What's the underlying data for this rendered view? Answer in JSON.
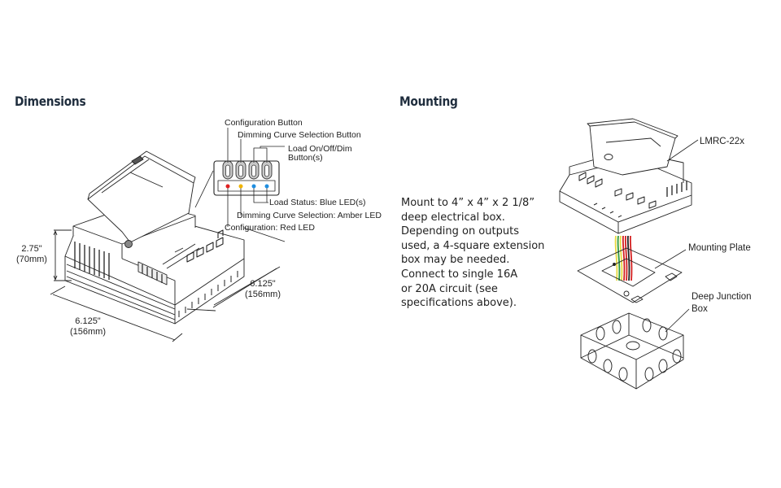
{
  "dimensions": {
    "title": "Dimensions",
    "callouts": {
      "configuration_button": "Configuration Button",
      "dimming_curve_button": "Dimming Curve Selection Button",
      "load_button_line1": "Load On/Off/Dim",
      "load_button_line2": "Button(s)",
      "load_status_led": "Load Status: Blue LED(s)",
      "dimming_curve_led": "Dimming Curve Selection: Amber LED",
      "configuration_led": "Configuration: Red LED"
    },
    "led_colors": {
      "configuration": "#e02020",
      "dimming_curve": "#f0b400",
      "load_status_1": "#1f8ee0",
      "load_status_2": "#1f8ee0"
    },
    "height": {
      "imperial": "2.75\"",
      "metric": "(70mm)"
    },
    "width": {
      "imperial": "6.125\"",
      "metric": "(156mm)"
    },
    "depth": {
      "imperial": "6.125\"",
      "metric": "(156mm)"
    }
  },
  "mounting": {
    "title": "Mounting",
    "description_lines": [
      "Mount to 4” x 4” x 2 1/8”",
      "deep electrical box.",
      "Depending on outputs",
      "used, a 4-square extension",
      "box may be needed.",
      "Connect to single 16A",
      "or 20A circuit (see",
      "specifications above)."
    ],
    "callouts": {
      "controller": "LMRC-22x",
      "mounting_plate": "Mounting Plate",
      "junction_box_line1": "Deep Junction",
      "junction_box_line2": "Box"
    },
    "wire_colors": [
      "#e8d840",
      "#2f9a3a",
      "#e8d840",
      "#d42020",
      "#d42020",
      "#222222",
      "#d42020"
    ]
  }
}
